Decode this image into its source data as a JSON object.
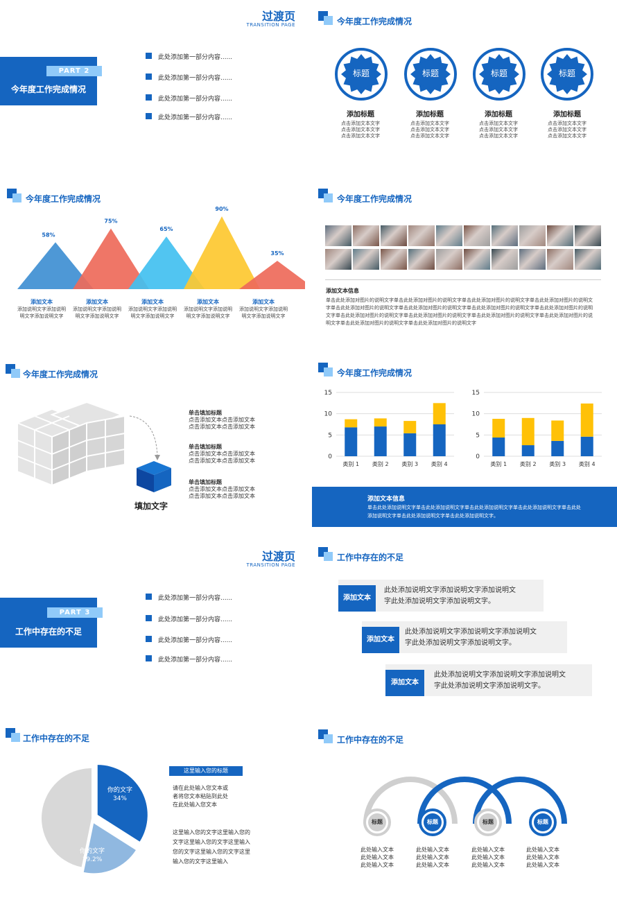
{
  "slide1": {
    "title": "过渡页",
    "subtitle": "TRANSITION PAGE",
    "part": "PART  2",
    "heading": "今年度工作完成情况",
    "bullets": [
      "此处添加第一部分内容......",
      "此处添加第一部分内容......",
      "此处添加第一部分内容......",
      "此处添加第一部分内容......"
    ]
  },
  "slide2": {
    "title": "今年度工作完成情况",
    "badges": [
      {
        "label": "标题",
        "title": "添加标题",
        "lines": [
          "点击添加文本文字",
          "点击添加文本文字",
          "点击添加文本文字"
        ]
      },
      {
        "label": "标题",
        "title": "添加标题",
        "lines": [
          "点击添加文本文字",
          "点击添加文本文字",
          "点击添加文本文字"
        ]
      },
      {
        "label": "标题",
        "title": "添加标题",
        "lines": [
          "点击添加文本文字",
          "点击添加文本文字",
          "点击添加文本文字"
        ]
      },
      {
        "label": "标题",
        "title": "添加标题",
        "lines": [
          "点击添加文本文字",
          "点击添加文本文字",
          "点击添加文本文字"
        ]
      }
    ]
  },
  "slide3": {
    "title": "今年度工作完成情况",
    "captions": [
      {
        "title": "添加文本",
        "lines": [
          "添加说明文字添加说明",
          "明文字添加说明文字"
        ]
      },
      {
        "title": "添加文本",
        "lines": [
          "添加说明文字添加说明",
          "明文字添加说明文字"
        ]
      },
      {
        "title": "添加文本",
        "lines": [
          "添加说明文字添加说明",
          "明文字添加说明文字"
        ]
      },
      {
        "title": "添加文本",
        "lines": [
          "添加说明文字添加说明",
          "明文字添加说明文字"
        ]
      },
      {
        "title": "添加文本",
        "lines": [
          "添加说明文字添加说明",
          "明文字添加说明文字"
        ]
      }
    ]
  },
  "slide4": {
    "title": "今年度工作完成情况",
    "info_title": "添加文本信息",
    "info_text": "单击此处添加对图片的说明文字单击此处添加对图片的说明文字单击此处添加对图片的说明文字单击此处添加对图片的说明文字单击此处添加对图片的说明文字单击此处添加对图片的说明文字单击此处添加对图片的说明文字单击此处添加对图片的说明文字单击此处添加对图片的说明文字单击此处添加对图片的说明文字单击此处添加对图片的说明文字单击此处添加对图片的说明文字单击此处添加对图片的说明文字单击此处添加对图片的说明文字"
  },
  "slide5": {
    "title": "今年度工作完成情况",
    "items": [
      {
        "title": "单击填加标题",
        "lines": [
          "点击添加文本点击添加文本",
          "点击添加文本点击添加文本"
        ]
      },
      {
        "title": "单击填加标题",
        "lines": [
          "点击添加文本点击添加文本",
          "点击添加文本点击添加文本"
        ]
      },
      {
        "title": "单击填加标题",
        "lines": [
          "点击添加文本点击添加文本",
          "点击添加文本点击添加文本"
        ]
      }
    ],
    "cube_label": "填加文字"
  },
  "slide6": {
    "title": "今年度工作完成情况",
    "banner_title": "添加文本信息",
    "banner_text": "单击此处添加说明文字单击此处添加说明文字单击此处添加说明文字单击此处添加说明文字单击此处添加说明文字单击此处添加说明文字单击此处添加说明文字。"
  },
  "slide7": {
    "title": "过渡页",
    "subtitle": "TRANSITION PAGE",
    "part": "PART  3",
    "heading": "工作中存在的不足",
    "bullets": [
      "此处添加第一部分内容......",
      "此处添加第一部分内容......",
      "此处添加第一部分内容......",
      "此处添加第一部分内容......"
    ]
  },
  "slide8": {
    "title": "工作中存在的不足",
    "strips": [
      {
        "tag": "添加文本",
        "lines": [
          "此处添加说明文字添加说明文字添加说明文",
          "字此处添加说明文字添加说明文字。"
        ]
      },
      {
        "tag": "添加文本",
        "lines": [
          "此处添加说明文字添加说明文字添加说明文",
          "字此处添加说明文字添加说明文字。"
        ]
      },
      {
        "tag": "添加文本",
        "lines": [
          "此处添加说明文字添加说明文字添加说明文",
          "字此处添加说明文字添加说明文字。"
        ]
      }
    ]
  },
  "slide9": {
    "title": "工作中存在的不足",
    "slice1_label": "你的文字",
    "slice1_value": "34%",
    "slice2_label": "你的文字",
    "slice2_value": "19.2%",
    "box_title": "这里输入您的标题",
    "para1": [
      "请在此处输入您文本或",
      "者将您文本粘贴到此处",
      "在此处输入您文本"
    ],
    "para2": [
      "这里输入您的文字这里输入您的",
      "文字这里输入您的文字这里输入",
      "您的文字这里输入您的文字这里",
      "输入您的文字这里输入"
    ]
  },
  "slide10": {
    "title": "工作中存在的不足",
    "nodes": [
      {
        "label": "标题",
        "lines": [
          "此处输入文本",
          "此处输入文本",
          "此处输入文本"
        ]
      },
      {
        "label": "标题",
        "lines": [
          "此处输入文本",
          "此处输入文本",
          "此处输入文本"
        ]
      },
      {
        "label": "标题",
        "lines": [
          "此处输入文本",
          "此处输入文本",
          "此处输入文本"
        ]
      },
      {
        "label": "标题",
        "lines": [
          "此处输入文本",
          "此处输入文本",
          "此处输入文本"
        ]
      }
    ]
  },
  "chart_data": [
    {
      "type": "area",
      "title": "",
      "categories": [
        "添加文本",
        "添加文本",
        "添加文本",
        "添加文本",
        "添加文本"
      ],
      "values": [
        58,
        75,
        65,
        90,
        35
      ],
      "labels": [
        "58%",
        "75%",
        "65%",
        "90%",
        "35%"
      ],
      "colors": [
        "#3f8fd2",
        "#ee6a5a",
        "#42c0f0",
        "#fdc830",
        "#ee6a5a"
      ]
    },
    {
      "type": "bar",
      "title": "",
      "stacked": true,
      "categories": [
        "类别 1",
        "类别 2",
        "类别 3",
        "类别 4"
      ],
      "ylim": [
        0,
        15
      ],
      "yticks": [
        0,
        5,
        10,
        15
      ],
      "series": [
        {
          "values": [
            6.8,
            7.0,
            5.4,
            7.5
          ],
          "color": "#1565c0"
        },
        {
          "values": [
            1.9,
            1.9,
            2.9,
            5.0
          ],
          "color": "#ffc107"
        }
      ]
    },
    {
      "type": "bar",
      "title": "",
      "stacked": true,
      "categories": [
        "类别 1",
        "类别 2",
        "类别 3",
        "类别 4"
      ],
      "ylim": [
        0,
        15
      ],
      "yticks": [
        0,
        5,
        10,
        15
      ],
      "series": [
        {
          "values": [
            4.4,
            2.6,
            3.6,
            4.6
          ],
          "color": "#1565c0"
        },
        {
          "values": [
            4.4,
            6.4,
            4.8,
            7.8
          ],
          "color": "#ffc107"
        }
      ]
    },
    {
      "type": "pie",
      "title": "",
      "slices": [
        {
          "label": "你的文字",
          "value": 34,
          "color": "#1565c0"
        },
        {
          "label": "你的文字",
          "value": 19.2,
          "color": "#90b8e0"
        },
        {
          "value": 46.8,
          "color": "#d8d8d8"
        }
      ]
    }
  ]
}
